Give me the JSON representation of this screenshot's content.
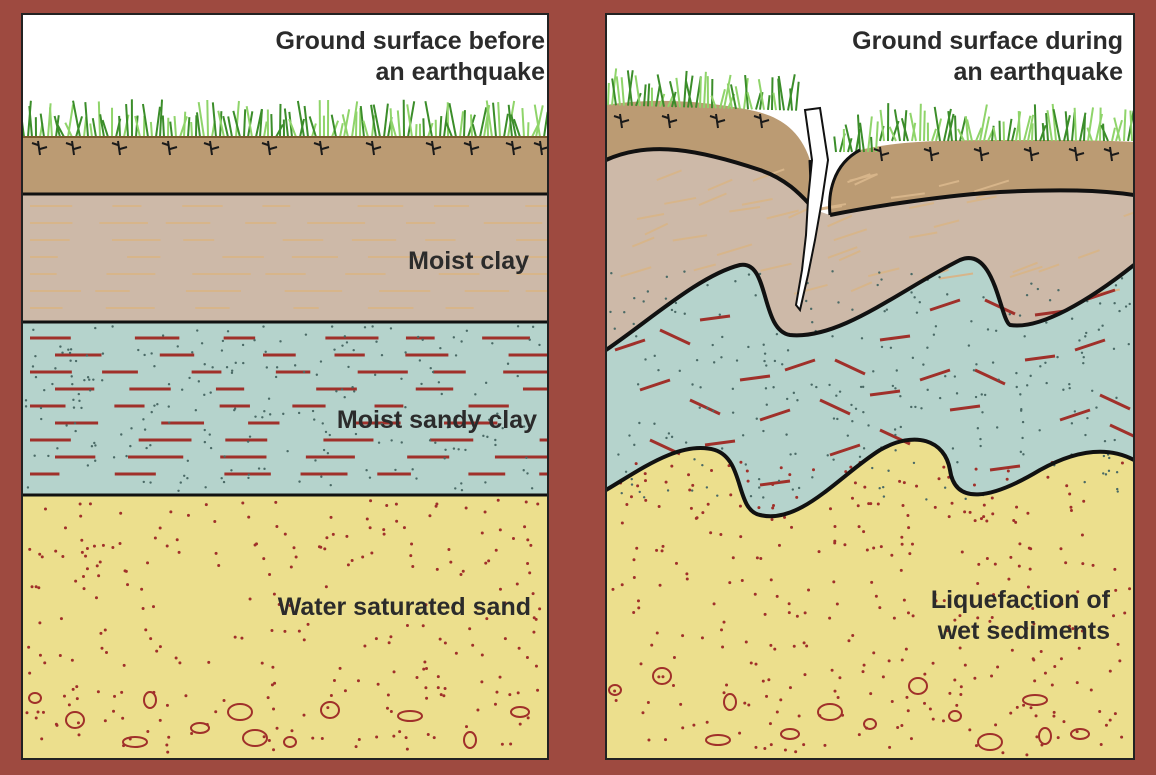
{
  "frame_color": "#9e4a40",
  "colors": {
    "topsoil": "#bb9b73",
    "moist_clay": "#cdb9a8",
    "moist_sandy_clay": "#b5d3cc",
    "sand": "#ecdf8d",
    "speck": "#a0302a",
    "grass_dark": "#3b8d2a",
    "grass_light": "#8fd46a",
    "outline": "#111111"
  },
  "icons": [
    "grass-tufts",
    "root-marks",
    "ground-crack"
  ],
  "panels": {
    "before": {
      "title_line1": "Ground surface before",
      "title_line2": "an earthquake",
      "layer_labels": {
        "moist_clay": "Moist clay",
        "moist_sandy_clay": "Moist sandy clay",
        "sand": "Water saturated sand"
      }
    },
    "during": {
      "title_line1": "Ground surface during",
      "title_line2": "an earthquake",
      "sand_label_line1": "Liquefaction of",
      "sand_label_line2": "wet sediments"
    }
  }
}
